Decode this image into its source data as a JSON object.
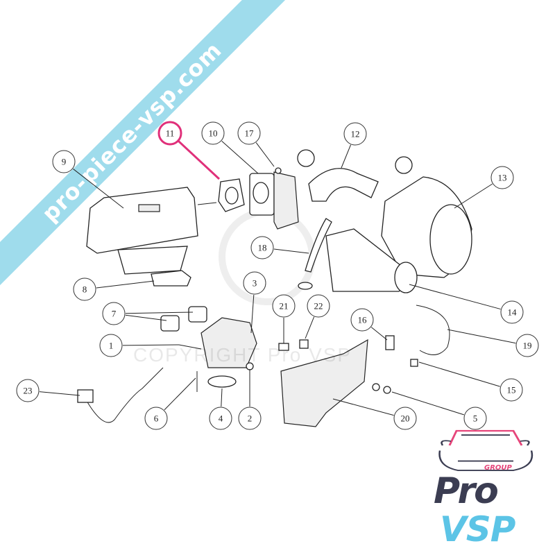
{
  "watermark_banner": "pro-piece-vsp.com",
  "watermark_copyright": "COPYRIGHT Pro VSP",
  "highlighted_callout": "11",
  "colors": {
    "highlight": "#e0307a",
    "banner": "#9fdcec",
    "logo_dark": "#3b3d52",
    "logo_blue": "#5cc4e6",
    "logo_pink": "#e6457a"
  },
  "callouts": [
    "1",
    "2",
    "3",
    "4",
    "5",
    "6",
    "7",
    "8",
    "9",
    "10",
    "11",
    "12",
    "13",
    "14",
    "15",
    "16",
    "17",
    "18",
    "19",
    "20",
    "21",
    "22",
    "23"
  ],
  "logo": {
    "group": "GROUP",
    "pro": "Pro",
    "vsp": "VSP"
  }
}
